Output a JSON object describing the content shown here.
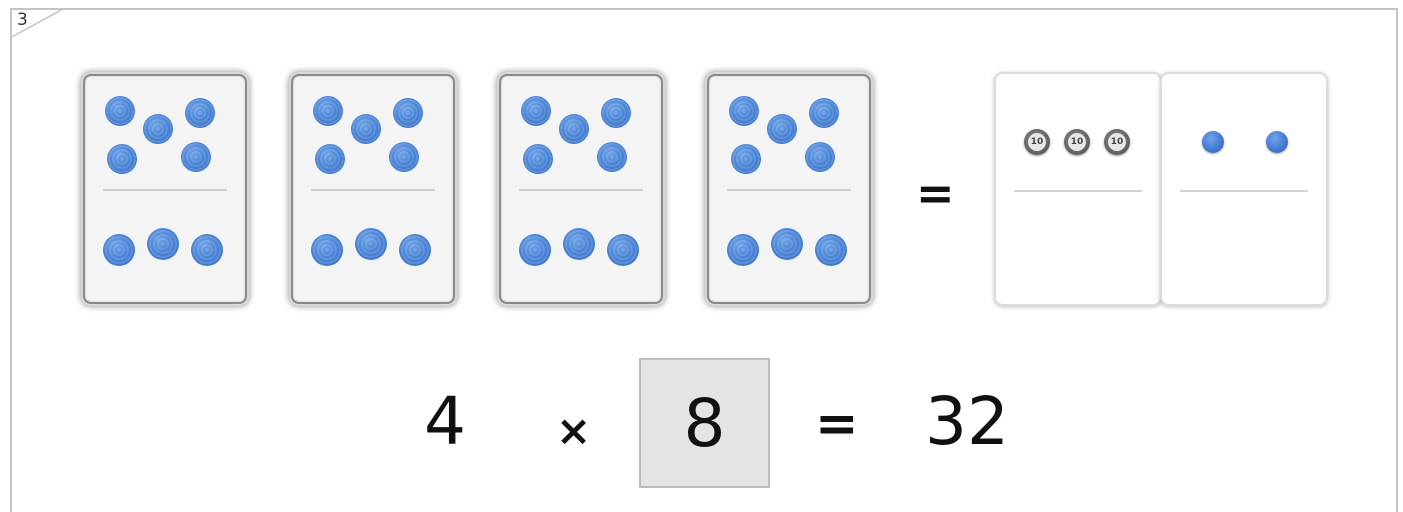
{
  "page_number": "3",
  "dominoes": [
    {
      "top_dots": 5,
      "bottom_dots": 3
    },
    {
      "top_dots": 5,
      "bottom_dots": 3
    },
    {
      "top_dots": 5,
      "bottom_dots": 3
    },
    {
      "top_dots": 5,
      "bottom_dots": 3
    }
  ],
  "equals_symbol": "=",
  "answer_cards": {
    "tens_chip_label": "10",
    "tens_count": 3,
    "ones_count": 2
  },
  "equation": {
    "factor_a": "4",
    "operator": "×",
    "factor_b": "8",
    "equals": "=",
    "product": "32"
  },
  "colors": {
    "dot_blue": "#4a84d6",
    "answer_box_bg": "#e4e4e6",
    "frame": "#c4c4c4"
  }
}
